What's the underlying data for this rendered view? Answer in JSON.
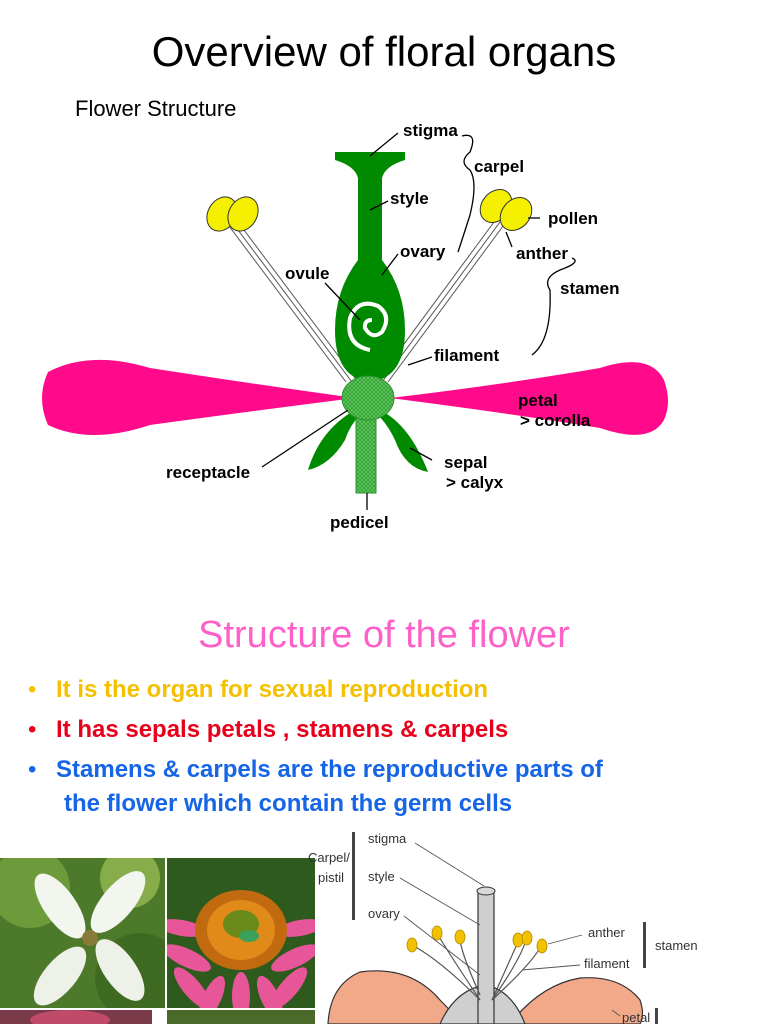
{
  "title": "Overview of floral organs",
  "subtitle": "Flower Structure",
  "diagram1": {
    "labels": {
      "stigma": "stigma",
      "carpel": "carpel",
      "style": "style",
      "ovary": "ovary",
      "ovule": "ovule",
      "pollen": "pollen",
      "anther": "anther",
      "stamen": "stamen",
      "filament": "filament",
      "petal": "petal",
      "corolla": "> corolla",
      "receptacle": "receptacle",
      "sepal": "sepal",
      "calyx": "> calyx",
      "pedicel": "pedicel"
    },
    "colors": {
      "green": "#008a00",
      "petal": "#ff0a8a",
      "pollen": "#f5ef00",
      "receptacle": "#58c858"
    }
  },
  "section_title": "Structure of the  flower",
  "bullets": [
    {
      "text": "It is the organ for sexual reproduction",
      "color": "#f5c000"
    },
    {
      "text": "It has sepals petals , stamens & carpels",
      "color": "#e8001b"
    },
    {
      "text": "Stamens & carpels are the reproductive parts of",
      "continuation": "the flower which contain the germ cells",
      "color": "#1565e6"
    }
  ],
  "bullet_glyph": "•",
  "diagram2": {
    "labels": {
      "stigma": "stigma",
      "carpel": "Carpel/",
      "pistil": "pistil",
      "style": "style",
      "ovary": "ovary",
      "anther": "anther",
      "stamen": "stamen",
      "filament": "filament",
      "petal": "petal"
    }
  }
}
